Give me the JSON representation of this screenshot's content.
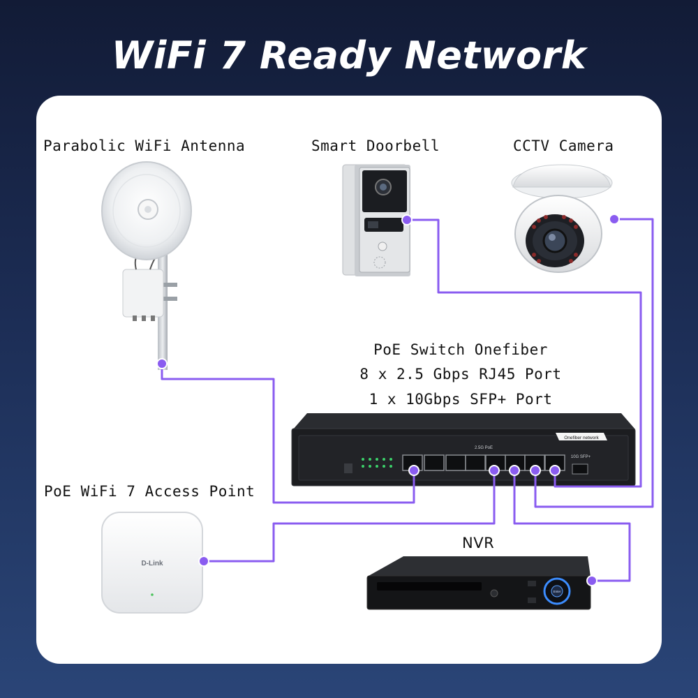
{
  "title": "WiFi 7 Ready Network",
  "devices": {
    "antenna": "Parabolic WiFi Antenna",
    "doorbell": "Smart Doorbell",
    "cctv": "CCTV Camera",
    "switch_lines": [
      "PoE Switch Onefiber",
      "8 x 2.5 Gbps RJ45 Port",
      "1 x 10Gbps SFP+ Port"
    ],
    "access_point": "PoE WiFi 7 Access Point",
    "nvr": "NVR"
  },
  "device_markings": {
    "switch_brand": "Onefiber network",
    "switch_speed": "2.5G PoE",
    "switch_sfp": "10G SFP+",
    "ap_brand": "D-Link",
    "nvr_button": "Enter"
  },
  "colors": {
    "wire": "#8a5cf0",
    "background_top": "#121b36",
    "background_bottom": "#2a4577",
    "panel": "#ffffff"
  }
}
